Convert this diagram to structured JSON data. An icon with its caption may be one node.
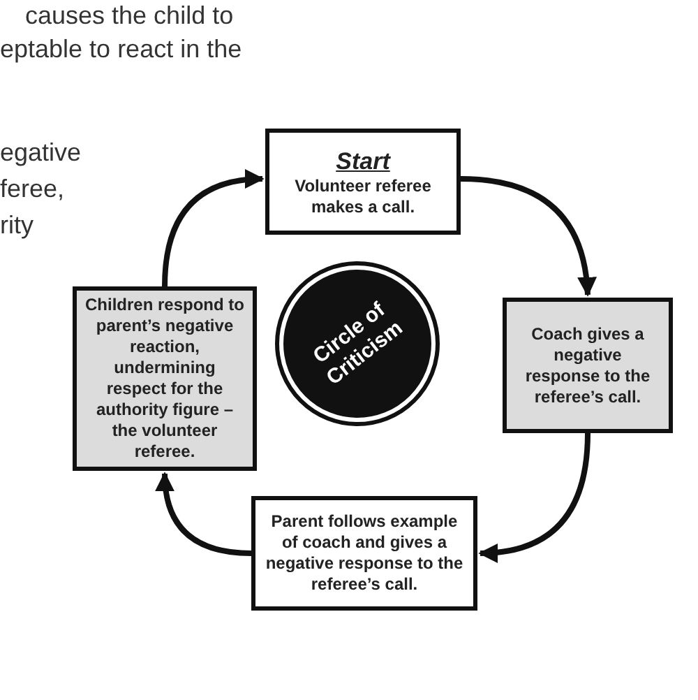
{
  "diagram": {
    "nodes": [
      {
        "text": [
          "Start",
          "Volunteer referee makes a call."
        ]
      },
      {
        "text": [
          "Coach gives a negative response to the referee’s call."
        ]
      },
      {
        "text": [
          "Parent follows example of coach and gives a negative response to the referee’s call."
        ]
      },
      {
        "text": [
          "Children respond to parent’s negative reaction, undermining respect for the authority figure – the volunteer referee."
        ]
      },
      {
        "text": [
          "Circle of Criticism"
        ]
      }
    ],
    "edges": [
      {
        "from": 0,
        "to": 1,
        "arrow": "to"
      },
      {
        "from": 1,
        "to": 2,
        "arrow": "to"
      },
      {
        "from": 2,
        "to": 3,
        "arrow": "to"
      },
      {
        "from": 3,
        "to": 0,
        "arrow": "to"
      }
    ],
    "labels": [
      "causes the child to",
      "eptable to react in the",
      "egative",
      "feree,",
      "rity"
    ]
  }
}
